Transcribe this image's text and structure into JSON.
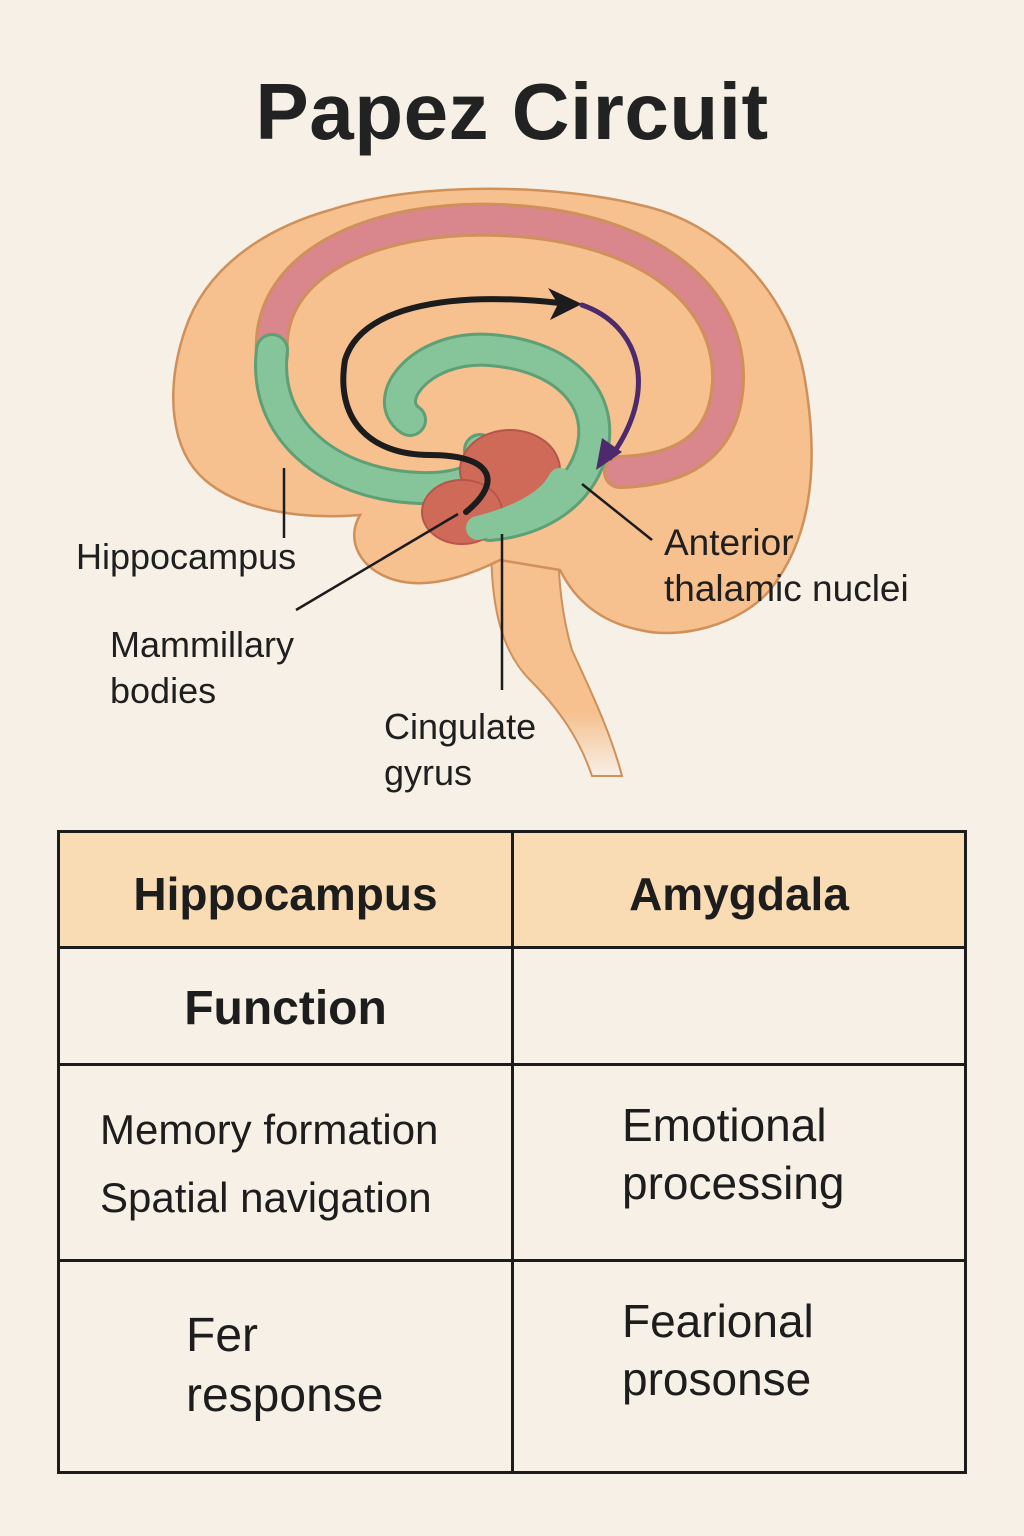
{
  "title": "Papez Circuit",
  "labels": {
    "hippocampus": "Hippocampus",
    "mammillary_bodies": [
      "Mammillary",
      "bodies"
    ],
    "cingulate_gyrus": [
      "Cingulate",
      "gyrus"
    ],
    "anterior_thalamic_nuclei": [
      "Anterior",
      "thalamic nuclei"
    ]
  },
  "colors": {
    "background": "#f7f0e6",
    "brain": "#f6c08f",
    "brain_outline": "#cf905a",
    "cingulate_band": "#d9878c",
    "hippocampal_band": "#86c49a",
    "thalamus": "#cf6a58",
    "arrow_black": "#1c1c1c",
    "arrow_purple": "#4d2a6b",
    "table_header": "#f9dcb3"
  },
  "table": {
    "headers": [
      "Hippocampus",
      "Amygdala"
    ],
    "rows": [
      {
        "col1": [
          "Function"
        ],
        "col2": []
      },
      {
        "col1": [
          "Memory formation",
          "Spatial navigation"
        ],
        "col2": [
          "Emotional",
          "processing"
        ]
      },
      {
        "col1": [
          "Fer",
          "response"
        ],
        "col2": [
          "Fearional",
          "prosonse"
        ]
      }
    ]
  }
}
